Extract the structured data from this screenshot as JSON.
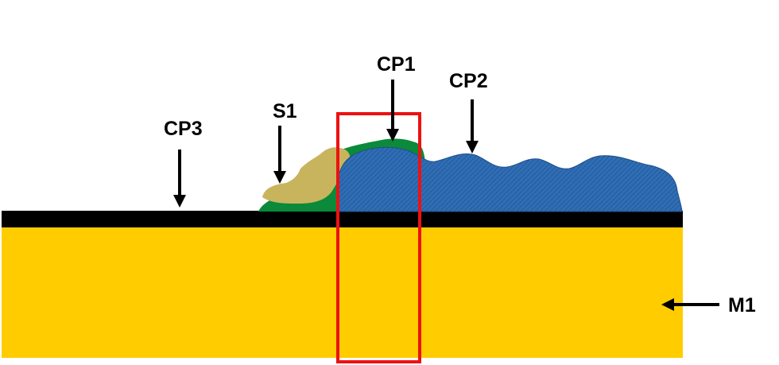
{
  "labels": {
    "cp1": "CP1",
    "cp2": "CP2",
    "cp3": "CP3",
    "s1": "S1",
    "m1": "M1"
  },
  "colors": {
    "substrate": "#ffcc00",
    "thin_layer": "#000000",
    "green_layer": "#0a8a3a",
    "tan_layer": "#c9b45e",
    "blue_layer": "#2f6eb5",
    "highlight_box": "#ee1111",
    "arrow": "#000000"
  }
}
